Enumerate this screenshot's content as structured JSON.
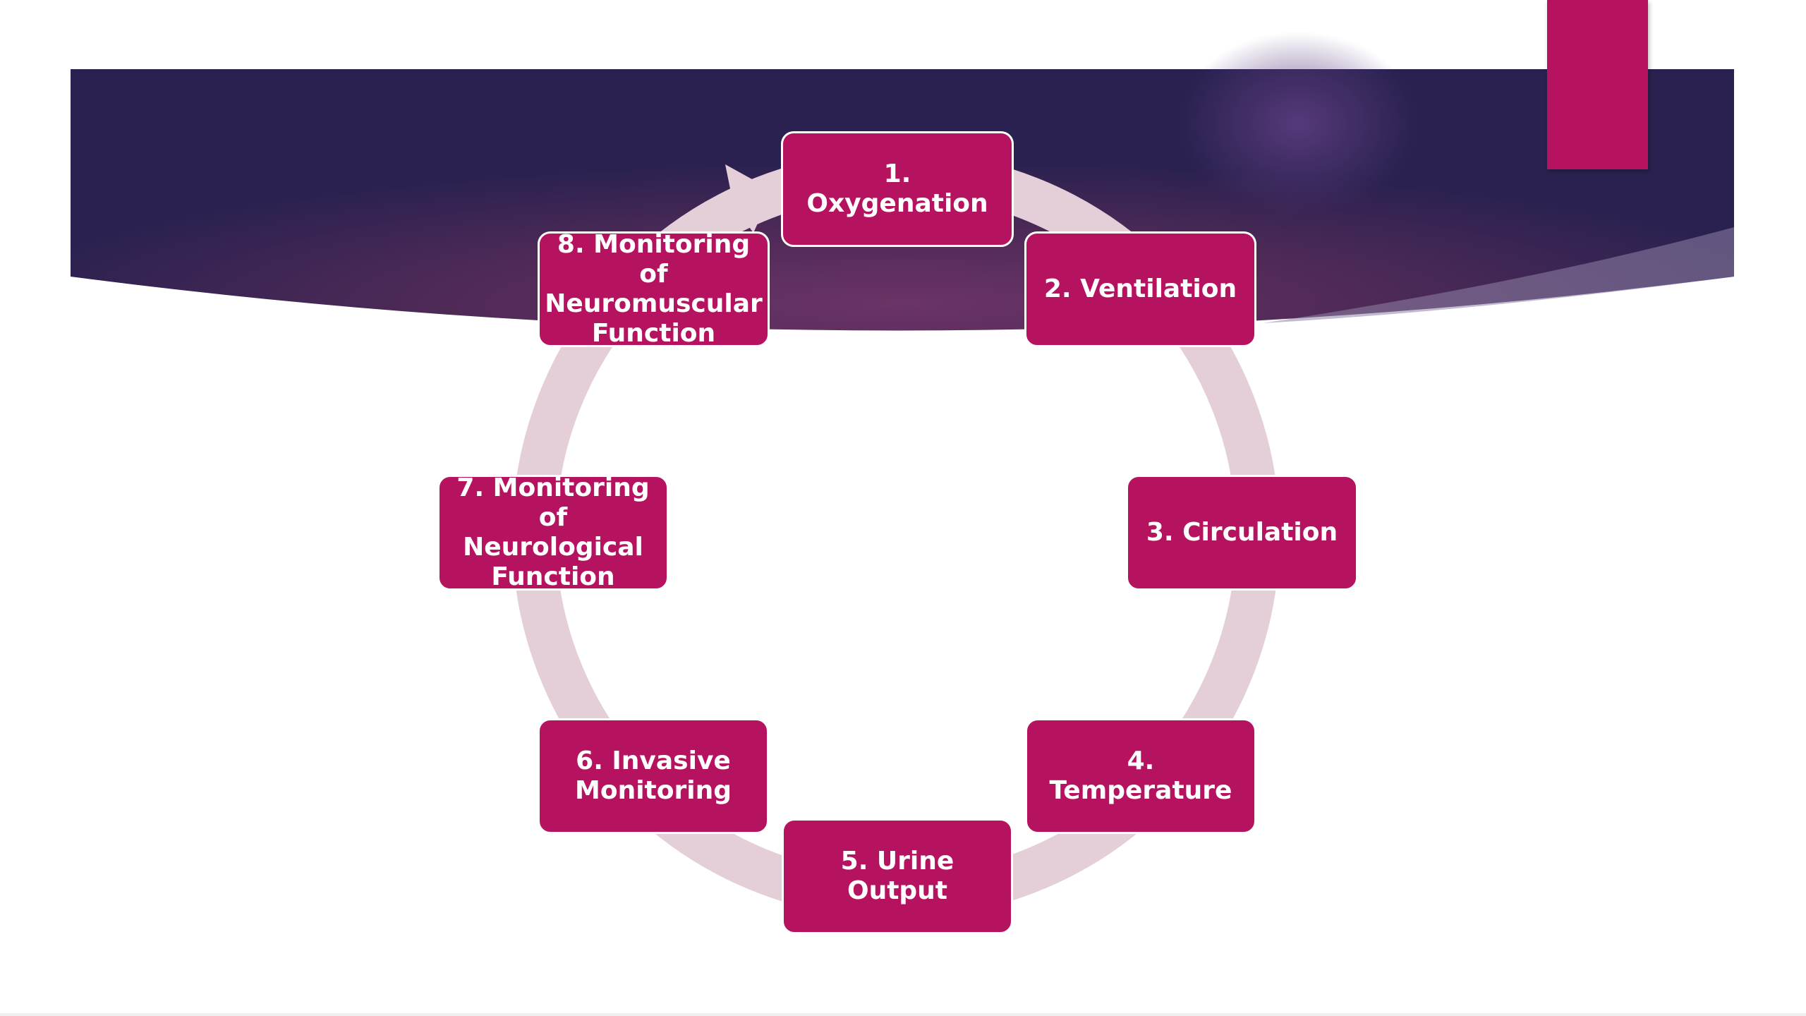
{
  "slide": {
    "colors": {
      "node_fill": "#B5135F",
      "node_text": "#FFFFFF",
      "ring": "#E4CFD8",
      "band_dark": "#2A2150",
      "band_mid": "#6B3466",
      "accent": "#B5135F"
    }
  },
  "diagram": {
    "type": "cycle",
    "nodes": [
      {
        "label": "1. Oxygenation"
      },
      {
        "label": "2. Ventilation"
      },
      {
        "label": "3. Circulation"
      },
      {
        "label": "4. Temperature"
      },
      {
        "label": "5. Urine Output"
      },
      {
        "label": "6. Invasive\nMonitoring"
      },
      {
        "label": "7. Monitoring of\nNeurological\nFunction"
      },
      {
        "label": "8. Monitoring of\nNeuromuscular\nFunction"
      }
    ]
  }
}
